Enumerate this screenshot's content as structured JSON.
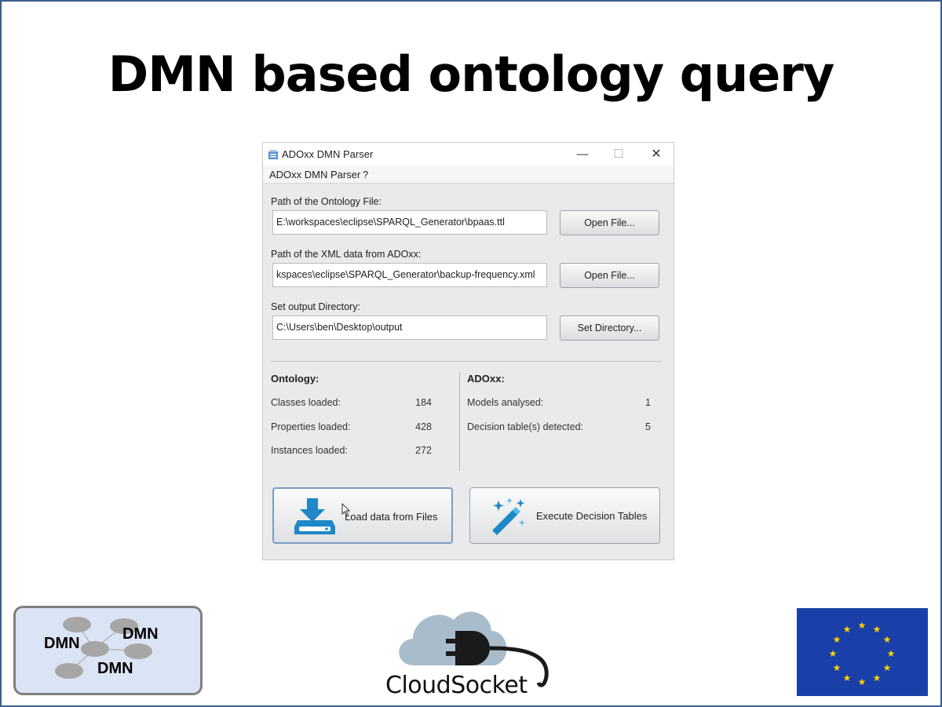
{
  "slide": {
    "title": "DMN based ontology query"
  },
  "window": {
    "title": "ADOxx DMN Parser",
    "controls": {
      "minimize": "—",
      "maximize": "☐",
      "close": "✕"
    },
    "menu": [
      "ADOxx DMN Parser",
      "?"
    ]
  },
  "ontology_file": {
    "label": "Path of the Ontology File:",
    "value": "E:\\workspaces\\eclipse\\SPARQL_Generator\\bpaas.ttl",
    "button": "Open File..."
  },
  "xml_file": {
    "label": "Path of the XML data from ADOxx:",
    "value": "kspaces\\eclipse\\SPARQL_Generator\\backup-frequency.xml",
    "button": "Open File..."
  },
  "output_dir": {
    "label": "Set output Directory:",
    "value": "C:\\Users\\ben\\Desktop\\output",
    "button": "Set Directory..."
  },
  "ontology_stats": {
    "heading": "Ontology:",
    "rows": [
      {
        "label": "Classes loaded:",
        "value": "184"
      },
      {
        "label": "Properties loaded:",
        "value": "428"
      },
      {
        "label": "Instances loaded:",
        "value": "272"
      }
    ]
  },
  "adoxx_stats": {
    "heading": "ADOxx:",
    "rows": [
      {
        "label": "Models analysed:",
        "value": "1"
      },
      {
        "label": "Decision table(s) detected:",
        "value": "5"
      }
    ]
  },
  "actions": {
    "load": "Load data from Files",
    "execute": "Execute Decision Tables"
  },
  "logos": {
    "dmn": [
      "DMN",
      "DMN",
      "DMN"
    ],
    "cloudsocket": "CloudSocket"
  },
  "colors": {
    "frame_border": "#3a5f8f",
    "window_bg": "#e9eaec",
    "eu_blue": "#1a3fa8",
    "eu_star": "#ffd400",
    "dmn_bg": "#dbe4f5"
  }
}
